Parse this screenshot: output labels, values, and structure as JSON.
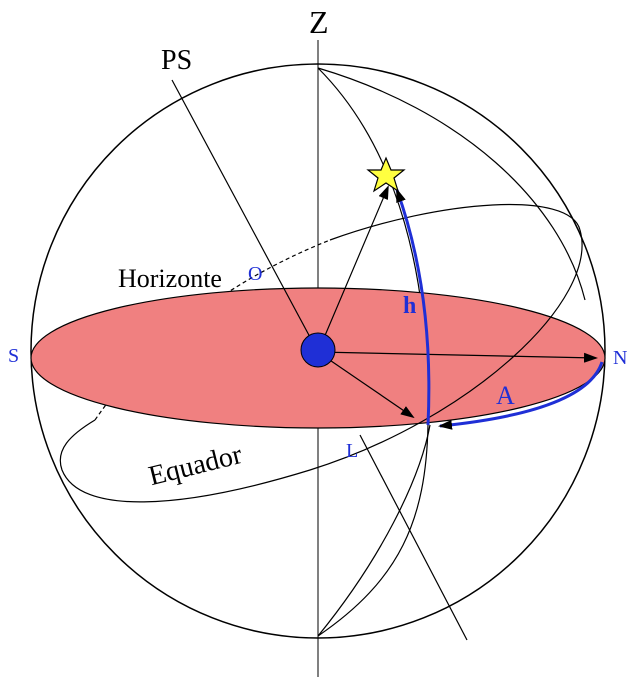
{
  "labels": {
    "zenith": "Z",
    "celestial_pole": "PS",
    "horizon": "Horizonte",
    "west": "O",
    "south": "S",
    "north": "N",
    "east": "L",
    "altitude": "h",
    "azimuth": "A",
    "equator": "Equador"
  },
  "colors": {
    "horizon_fill": "#f08080",
    "arc_blue": "#1f2fd6",
    "observer": "#1f2fd6",
    "star_fill": "#ffff40",
    "lines": "#000000"
  },
  "icons": {
    "star": "star-icon",
    "observer": "observer-dot-icon"
  }
}
